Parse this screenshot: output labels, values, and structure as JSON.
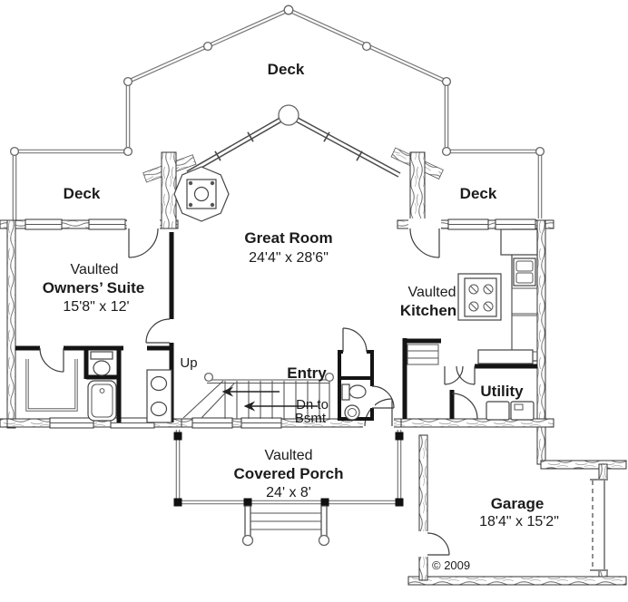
{
  "plan": {
    "decks": {
      "top": "Deck",
      "left": "Deck",
      "right": "Deck"
    },
    "great_room": {
      "name": "Great Room",
      "dims": "24'4\" x 28'6\""
    },
    "owners_suite": {
      "prefix": "Vaulted",
      "name": "Owners’ Suite",
      "dims": "15'8\" x 12'"
    },
    "kitchen": {
      "prefix": "Vaulted",
      "name": "Kitchen"
    },
    "entry": {
      "name": "Entry"
    },
    "stairs": {
      "up": "Up",
      "down_line1": "Dn to",
      "down_line2": "Bsmt"
    },
    "utility": {
      "name": "Utility"
    },
    "porch": {
      "prefix": "Vaulted",
      "name": "Covered Porch",
      "dims": "24' x 8'"
    },
    "garage": {
      "name": "Garage",
      "dims": "18'4\" x 15'2\""
    },
    "copyright": "© 2009"
  },
  "colors": {
    "interior_wall": "#141414",
    "line": "#444444",
    "background": "#ffffff"
  }
}
